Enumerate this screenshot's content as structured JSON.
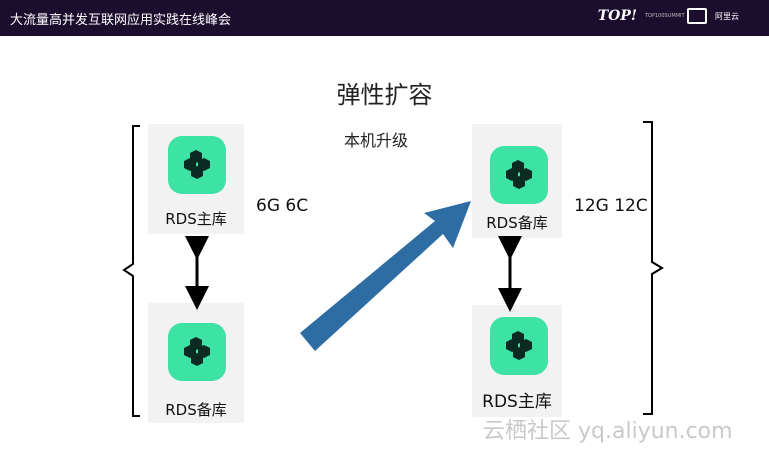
{
  "header": {
    "title": "大流量高并发互联网应用实践在线峰会",
    "logo_top": "TOP!",
    "logo_top_sub": "TOP100SUMMIT",
    "logo_aliyun": "阿里云"
  },
  "slide": {
    "title": "弹性扩容",
    "upgrade_label": "本机升级"
  },
  "left_group": {
    "primary_label": "RDS主库",
    "replica_label": "RDS备库",
    "spec": "6G 6C"
  },
  "right_group": {
    "replica_label": "RDS备库",
    "primary_label": "RDS主库",
    "spec": "12G 12C"
  },
  "watermark": "云栖社区 yq.aliyun.com",
  "colors": {
    "header_bg": "#1b0d2e",
    "icon_green": "#3ce3a4",
    "arrow_blue": "#2e6da4",
    "tile_bg": "#f2f2f2"
  }
}
